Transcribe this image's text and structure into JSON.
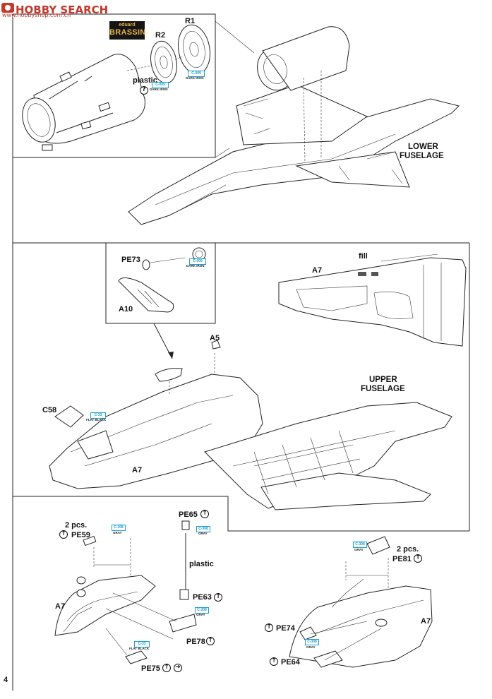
{
  "watermark": {
    "site": "HOBBY SEARCH",
    "url": "www.hobbyshop.com.cn"
  },
  "brand": {
    "top": "eduard",
    "bottom": "BRASSIN"
  },
  "step1": {
    "r1": "R1",
    "r2": "R2",
    "plastic": "plastic",
    "badge": "?",
    "chip_r1": {
      "code": "C-009",
      "name": "DARK IRON"
    },
    "chip_r2": {
      "code": "C-009",
      "name": "DARK IRON"
    },
    "lower_fuselage": [
      "LOWER",
      "FUSELAGE"
    ]
  },
  "step2": {
    "pe73": "PE73",
    "a10": "A10",
    "a5": "A5",
    "a7_top": "A7",
    "a7_main": "A7",
    "c58": "C58",
    "fill": "fill",
    "chip_pe73": {
      "code": "C-009",
      "name": "DARK IRON"
    },
    "chip_c58": {
      "code": "C-33",
      "name": "FLAT BLACK"
    },
    "upper_fuselage": [
      "UPPER",
      "FUSELAGE"
    ]
  },
  "step3": {
    "pcs_left": "2 pcs.",
    "pe59": "PE59",
    "a7_left": "A7",
    "pe65": "PE65",
    "plastic": "plastic",
    "pe63": "PE63",
    "pe78": "PE78",
    "pe75": "PE75",
    "chip_pe59": {
      "code": "C-308",
      "name": "GRAY"
    },
    "chip_pe65": {
      "code": "C-308",
      "name": "GRAY"
    },
    "chip_pe63": {
      "code": "C-308",
      "name": "GRAY"
    },
    "chip_pe75": {
      "code": "C-33",
      "name": "FLAT BLACK"
    },
    "pcs_right": "2 pcs.",
    "pe81": "PE81",
    "a7_right": "A7",
    "pe74": "PE74",
    "pe64": "PE64",
    "chip_pe81": {
      "code": "C-308",
      "name": "GRAY"
    },
    "chip_pe64": {
      "code": "C-308",
      "name": "GRAY"
    }
  },
  "page_number": "4",
  "colors": {
    "accent": "#1c9fd6",
    "watermark": "#c23a2e",
    "brassin_bg": "#151515",
    "brassin_fg": "#e8b445"
  }
}
